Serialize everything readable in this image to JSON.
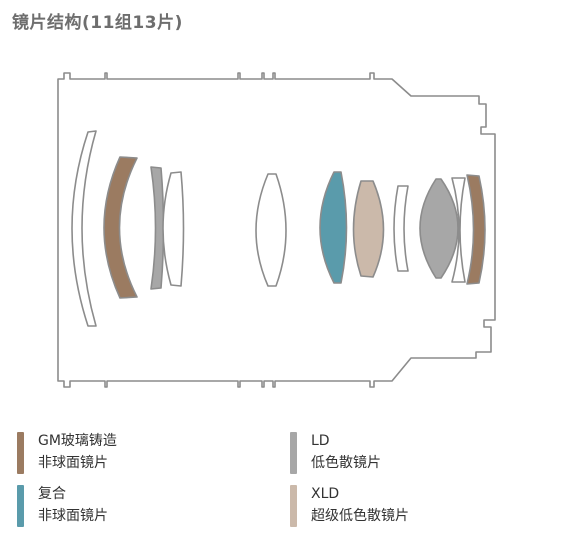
{
  "title": "镜片结构(11组13片)",
  "colors": {
    "outline": "#8c8c8c",
    "gm": "#9b7b61",
    "composite": "#5a9bab",
    "ld": "#a7a7a7",
    "xld": "#cbb9aa"
  },
  "legend": [
    {
      "line1": "GM玻璃铸造",
      "line2": "非球面镜片",
      "color": "#9b7b61"
    },
    {
      "line1": "LD",
      "line2": "低色散镜片",
      "color": "#a7a7a7"
    },
    {
      "line1": "复合",
      "line2": "非球面镜片",
      "color": "#5a9bab"
    },
    {
      "line1": "XLD",
      "line2": "超级低色散镜片",
      "color": "#cbb9aa"
    }
  ]
}
